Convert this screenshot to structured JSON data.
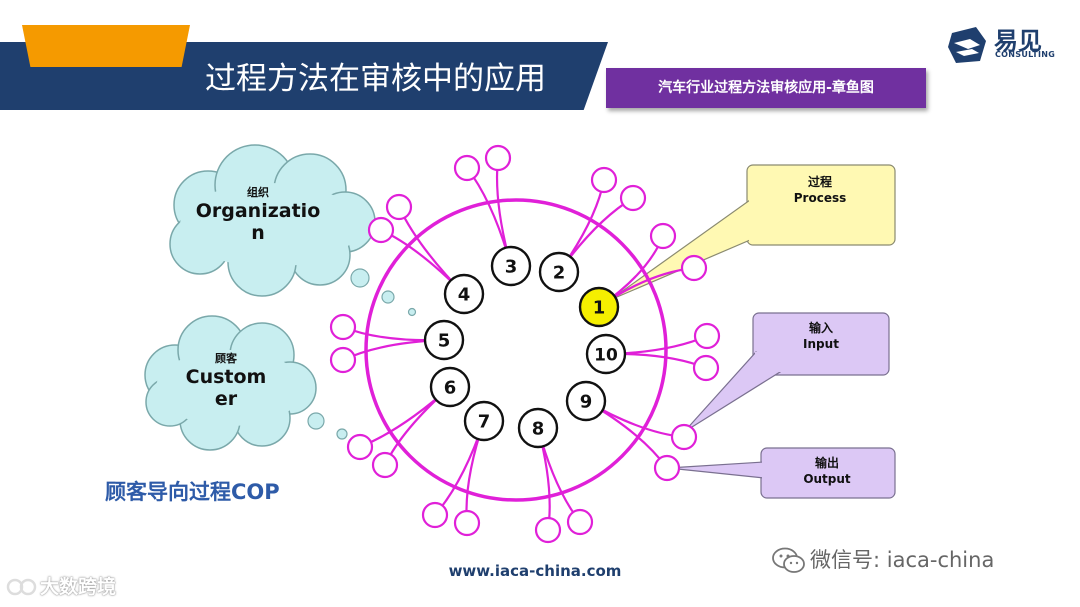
{
  "header": {
    "title": "过程方法在审核中的应用",
    "subtitle": "汽车行业过程方法审核应用-章鱼图"
  },
  "logo": {
    "name_cn": "易见",
    "name_en": "CONSULTING"
  },
  "clouds": {
    "organization": {
      "cn": "组织",
      "en_line1": "Organizatio",
      "en_line2": "n"
    },
    "customer": {
      "cn": "顾客",
      "en_line1": "Custom",
      "en_line2": "er"
    }
  },
  "callouts": {
    "process": {
      "cn": "过程",
      "en": "Process"
    },
    "input": {
      "cn": "输入",
      "en": "Input"
    },
    "output": {
      "cn": "输出",
      "en": "Output"
    }
  },
  "process_numbers": [
    "1",
    "2",
    "3",
    "4",
    "5",
    "6",
    "7",
    "8",
    "9",
    "10"
  ],
  "cop_label": "顾客导向过程COP",
  "website": "www.iaca-china.com",
  "wechat": "微信号: iaca-china",
  "watermark": "大数跨境",
  "colors": {
    "banner": "#1f3f6e",
    "tab": "#f59a00",
    "subtitle_bg": "#7030a0",
    "octopus": "#e020d8",
    "highlight": "#f5ef00",
    "cloud": "#c8eef0",
    "process_box": "#fff9b3",
    "io_box": "#dcc8f5"
  }
}
